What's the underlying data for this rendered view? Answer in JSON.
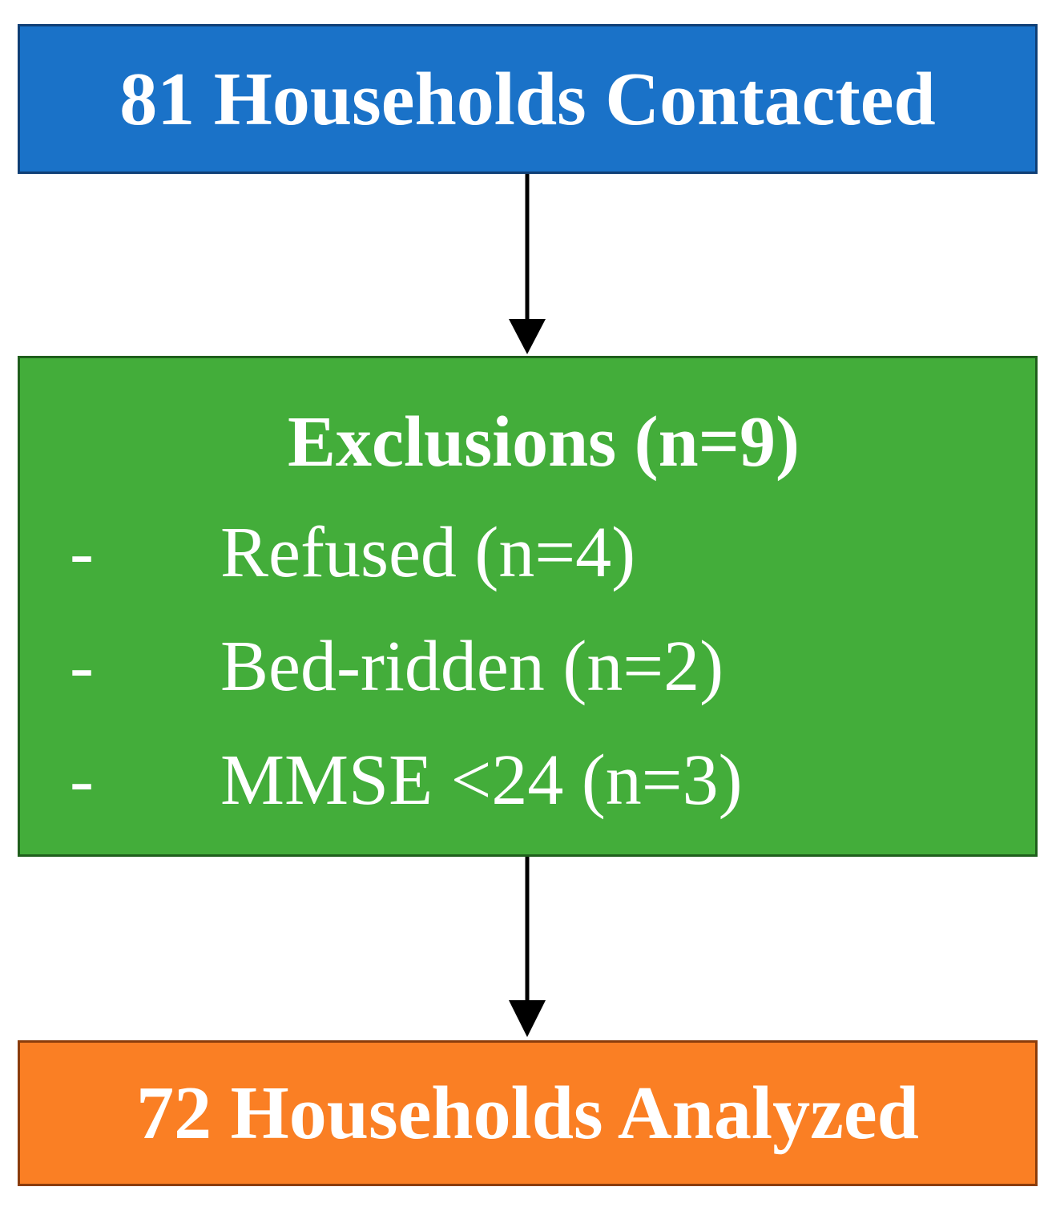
{
  "flowchart": {
    "top_box": {
      "text": "81 Households Contacted",
      "color": "#1a72c8"
    },
    "exclusions_box": {
      "title": "Exclusions (n=9)",
      "color": "#43ad3a",
      "items": [
        {
          "bullet": "-",
          "label": "Refused (n=4)"
        },
        {
          "bullet": "-",
          "label": "Bed-ridden (n=2)"
        },
        {
          "bullet": "-",
          "label": "MMSE <24 (n=3)"
        }
      ]
    },
    "bottom_box": {
      "text": "72 Households Analyzed",
      "color": "#fa7f24"
    }
  }
}
